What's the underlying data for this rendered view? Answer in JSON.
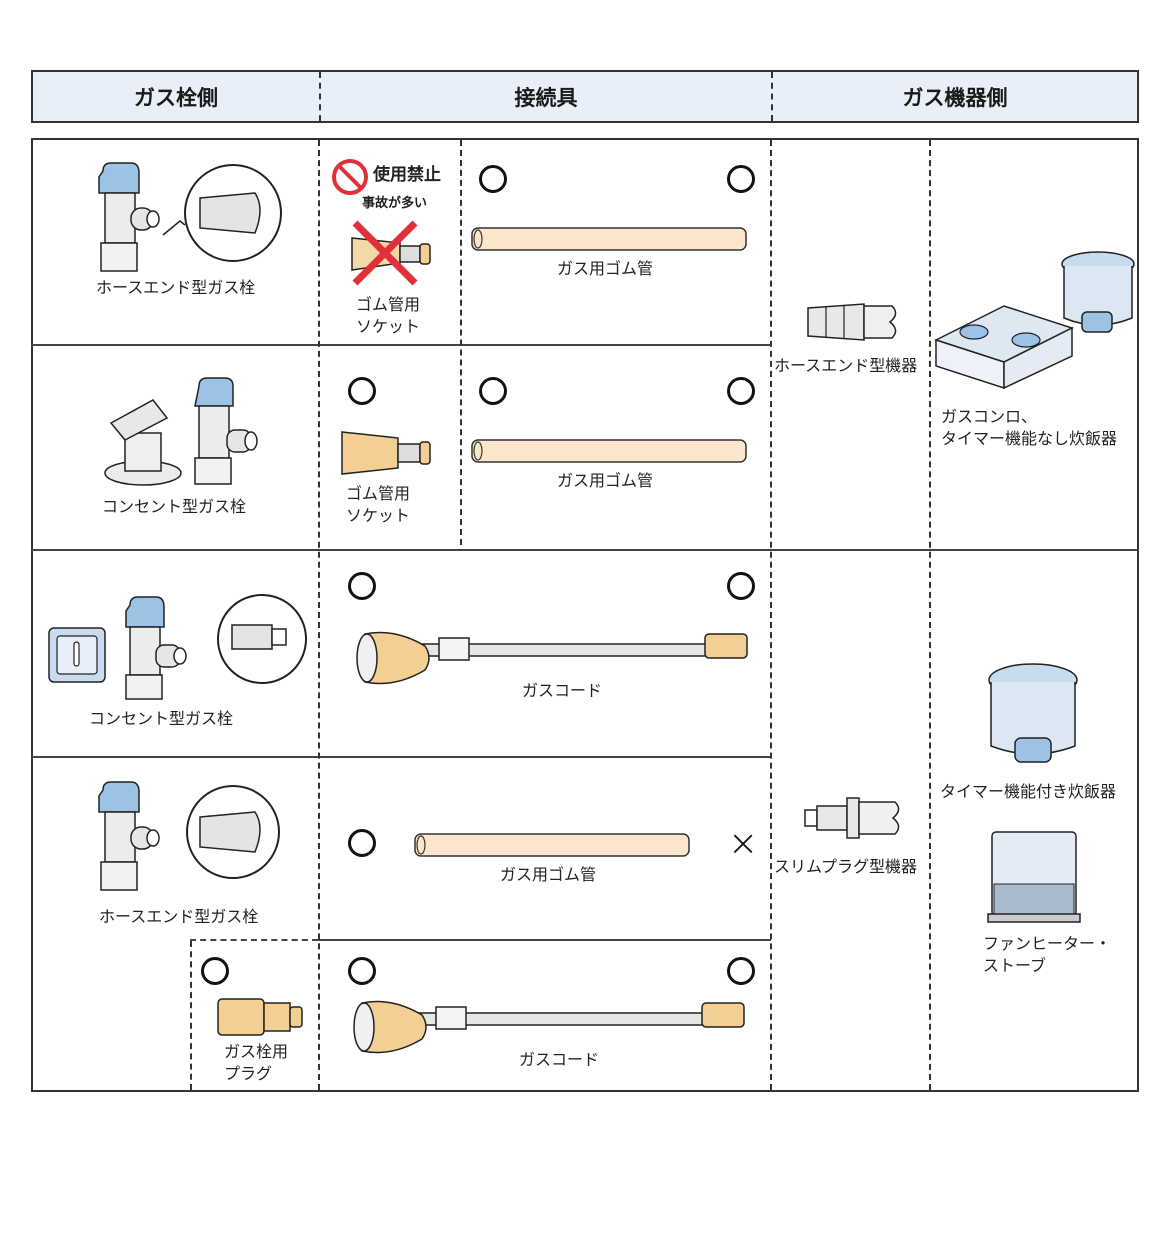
{
  "header": {
    "col_gas_valve": "ガス栓側",
    "col_connector": "接続具",
    "col_appliance": "ガス機器側"
  },
  "colors": {
    "header_fill": "#e9eff9",
    "tube_fill": "#fbe6cc",
    "brass_fill": "#f3cf93",
    "valve_blue": "#9cc3e6",
    "prohibit_red": "#e0303a"
  },
  "rows": [
    {
      "valve_label": "ホースエンド型ガス栓",
      "socket": {
        "status": "prohibited",
        "prohibit_label": "使用禁止",
        "warning": "事故が多い",
        "label_line1": "ゴム管用",
        "label_line2": "ソケット"
      },
      "hose": {
        "label": "ガス用ゴム管",
        "left_mark": "○",
        "right_mark": "○"
      }
    },
    {
      "valve_label": "コンセント型ガス栓",
      "socket": {
        "status": "ok",
        "mark": "○",
        "label_line1": "ゴム管用",
        "label_line2": "ソケット"
      },
      "hose": {
        "label": "ガス用ゴム管",
        "left_mark": "○",
        "right_mark": "○"
      }
    },
    {
      "valve_label": "コンセント型ガス栓",
      "cord": {
        "label": "ガスコード",
        "left_mark": "○",
        "right_mark": "○"
      }
    },
    {
      "valve_label": "ホースエンド型ガス栓",
      "hose": {
        "label": "ガス用ゴム管",
        "left_mark": "○",
        "right_mark": "×"
      },
      "plug": {
        "mark": "○",
        "label_line1": "ガス栓用",
        "label_line2": "プラグ"
      },
      "cord": {
        "label": "ガスコード",
        "left_mark": "○",
        "right_mark": "○"
      }
    }
  ],
  "appliances": [
    {
      "connector_label": "ホースエンド型機器",
      "devices_label_line1": "ガスコンロ、",
      "devices_label_line2": "タイマー機能なし炊飯器"
    },
    {
      "connector_label": "スリムプラグ型機器",
      "device1_label": "タイマー機能付き炊飯器",
      "device2_label_line1": "ファンヒーター・",
      "device2_label_line2": "ストーブ"
    }
  ]
}
